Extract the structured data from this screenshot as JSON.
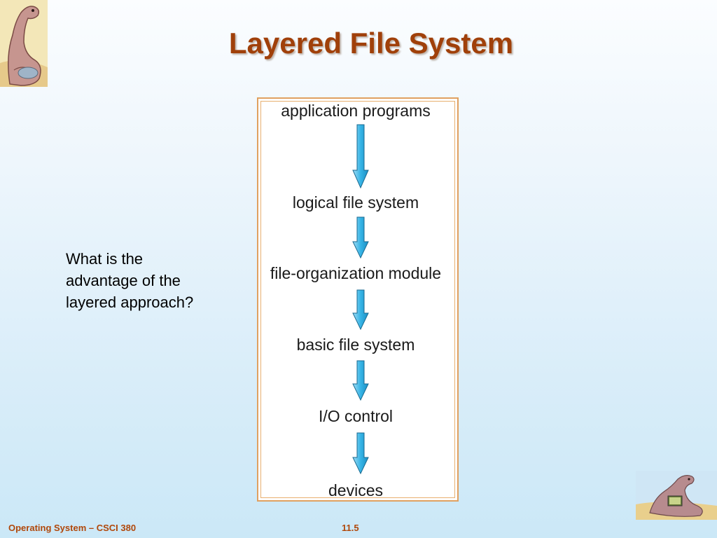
{
  "slide": {
    "title": "Layered File System",
    "question": "What is the advantage of the layered approach?",
    "footer_left": "Operating System – CSCI 380",
    "footer_page": "11.5"
  },
  "diagram": {
    "layers": [
      "application programs",
      "logical file system",
      "file-organization module",
      "basic file system",
      "I/O control",
      "devices"
    ]
  },
  "colors": {
    "title": "#a0400a",
    "arrow_fill": "#36b4e6",
    "diagram_border": "#e0a060"
  },
  "icons": [
    "dinosaur-mascot-icon",
    "down-arrow-icon"
  ]
}
